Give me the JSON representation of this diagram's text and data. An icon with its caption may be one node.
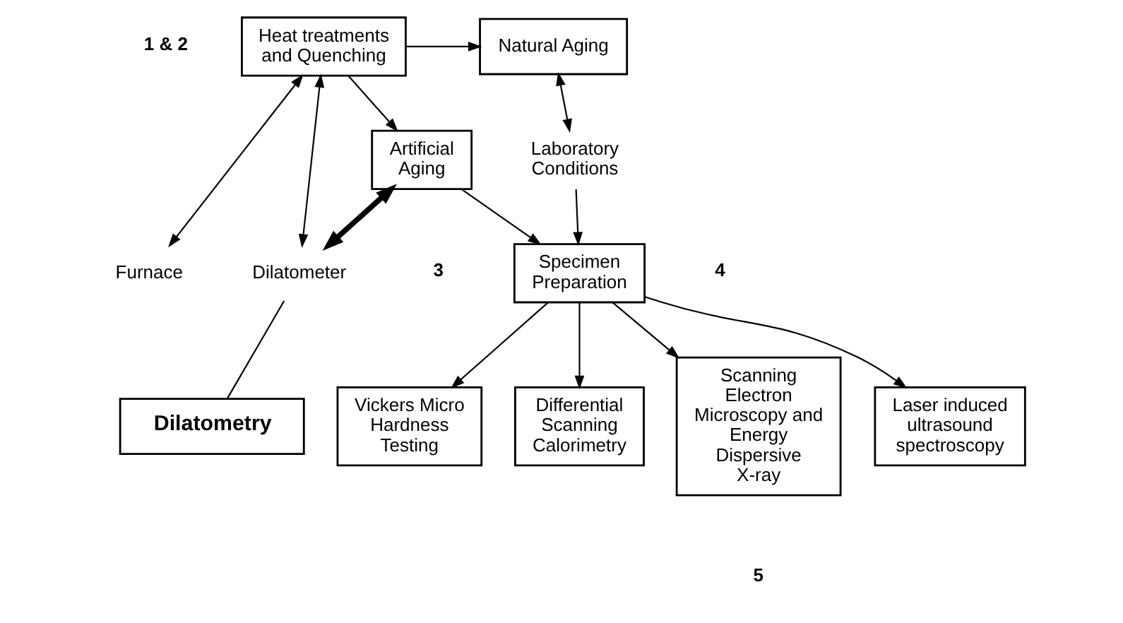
{
  "diagram": {
    "nodes": [
      {
        "text": [
          "Heat treatments and Quenching"
        ]
      },
      {
        "text": [
          "Natural Aging"
        ]
      },
      {
        "text": [
          "Artificial Aging"
        ]
      },
      {
        "text": [
          "Laboratory Conditions"
        ]
      },
      {
        "text": [
          "Specimen Preparation"
        ]
      },
      {
        "text": [
          "Furnace"
        ]
      },
      {
        "text": [
          "Dilatometer"
        ]
      },
      {
        "text": [
          "Dilatometry"
        ]
      },
      {
        "text": [
          "Vickers Micro Hardness Testing"
        ]
      },
      {
        "text": [
          "Differential Scanning Calorimetry"
        ]
      },
      {
        "text": [
          "Scanning Electron Microscopy and Energy Dispersive X-ray"
        ]
      },
      {
        "text": [
          "Laser induced ultrasound spectroscopy"
        ]
      }
    ],
    "edges": [
      {
        "from": 0,
        "to": 1,
        "arrow": "to"
      },
      {
        "from": 0,
        "to": 2,
        "arrow": "to"
      },
      {
        "from": 0,
        "to": 5,
        "arrow": "both"
      },
      {
        "from": 0,
        "to": 6,
        "arrow": "both"
      },
      {
        "from": 6,
        "to": 2,
        "arrow": "both",
        "style": "thick"
      },
      {
        "from": 1,
        "to": 3,
        "arrow": "both"
      },
      {
        "from": 3,
        "to": 4,
        "arrow": "to"
      },
      {
        "from": 2,
        "to": 4,
        "arrow": "to"
      },
      {
        "from": 4,
        "to": 8,
        "arrow": "to"
      },
      {
        "from": 4,
        "to": 9,
        "arrow": "to"
      },
      {
        "from": 4,
        "to": 10,
        "arrow": "to"
      },
      {
        "from": 4,
        "to": 11,
        "arrow": "to"
      },
      {
        "from": 6,
        "to": 7,
        "arrow": "none"
      }
    ],
    "labels": [
      "1 & 2",
      "3",
      "4",
      "5"
    ]
  }
}
